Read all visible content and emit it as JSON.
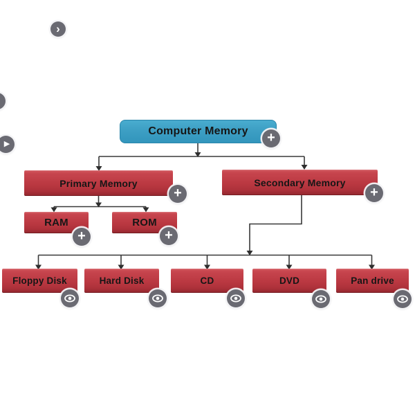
{
  "diagram": {
    "type": "tree",
    "nodes": {
      "computer_memory": "Computer Memory",
      "primary_memory": "Primary Memory",
      "secondary_memory": "Secondary Memory",
      "ram": "RAM",
      "rom": "ROM",
      "floppy_disk": "Floppy Disk",
      "hard_disk": "Hard Disk",
      "cd": "CD",
      "dvd": "DVD",
      "pan_drive": "Pan drive"
    },
    "hierarchy": {
      "Computer Memory": [
        "Primary Memory",
        "Secondary Memory"
      ],
      "Primary Memory": [
        "RAM",
        "ROM"
      ],
      "Secondary Memory": [
        "Floppy Disk",
        "Hard Disk",
        "CD",
        "DVD",
        "Pan drive"
      ]
    }
  },
  "icons": {
    "plus": "+",
    "chevron_right": "›",
    "play": "▶",
    "eye": "eye-icon"
  },
  "colors": {
    "root_node_fill": "#3D9FC4",
    "branch_node_top": "#D35B61",
    "branch_node_bottom": "#92272E",
    "button_gray": "#6A6A72",
    "connector": "#383838",
    "text": "#161616",
    "background": "#FFFFFF"
  }
}
